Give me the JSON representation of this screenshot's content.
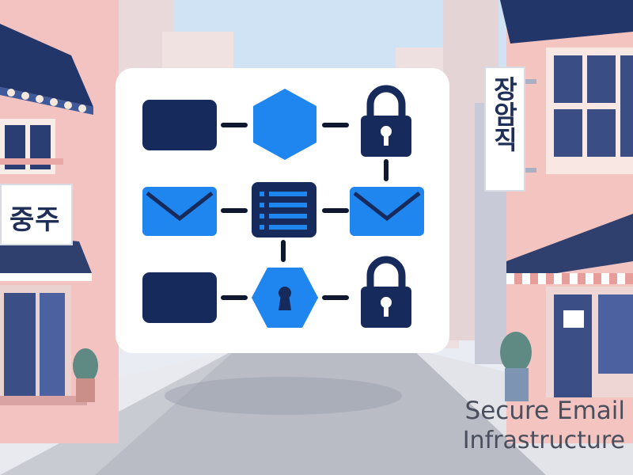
{
  "signs": {
    "left_store": "중주",
    "right_vertical": "장암직"
  },
  "caption": {
    "line1": "Secure Email",
    "line2": "Infrastructure"
  },
  "diagram": {
    "rows": [
      {
        "left": "server-block-icon",
        "middle": "hexagon-icon",
        "right": "padlock-icon"
      },
      {
        "left": "envelope-icon",
        "middle": "server-stack-icon",
        "right": "envelope-icon"
      },
      {
        "left": "server-block-icon",
        "middle": "hexagon-keyhole-icon",
        "right": "padlock-icon"
      }
    ],
    "colors": {
      "navy": "#172a5c",
      "blue": "#1f86f0",
      "panel": "#ffffff"
    }
  }
}
